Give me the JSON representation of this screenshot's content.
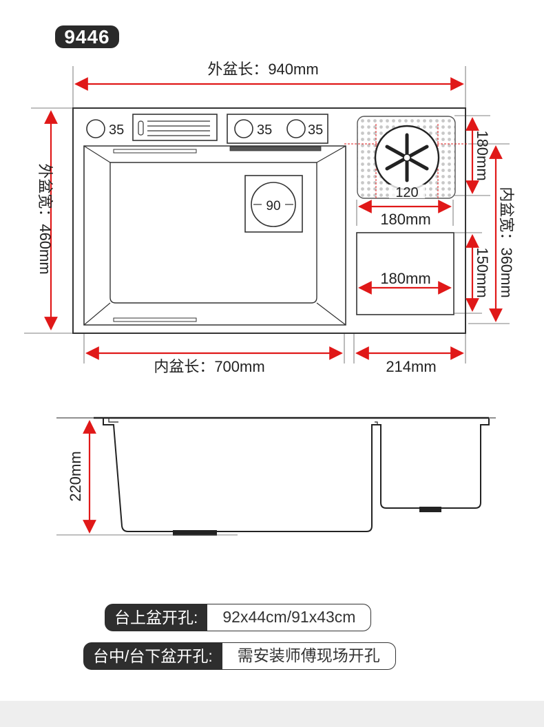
{
  "model": "9446",
  "dimensions": {
    "outer_length": "外盆长：940mm",
    "outer_width": "外盆宽：460mm",
    "inner_width": "内盆宽：360mm",
    "inner_length": "内盆长：700mm",
    "side_length": "214mm",
    "rinser_height": "180mm",
    "rinser_width": "180mm",
    "rinser_diameter": "120",
    "board_height": "150mm",
    "board_width": "180mm",
    "drain_diameter": "90",
    "hole_1": "35",
    "hole_2": "35",
    "hole_3": "35",
    "depth": "220mm"
  },
  "specs": [
    {
      "label": "台上盆开孔:",
      "value": "92x44cm/91x43cm"
    },
    {
      "label": "台中/台下盆开孔:",
      "value": "需安装师傅现场开孔"
    }
  ],
  "colors": {
    "dimension_arrow": "#e01818",
    "outline": "#333333",
    "label_bg": "#2e2e2e"
  }
}
